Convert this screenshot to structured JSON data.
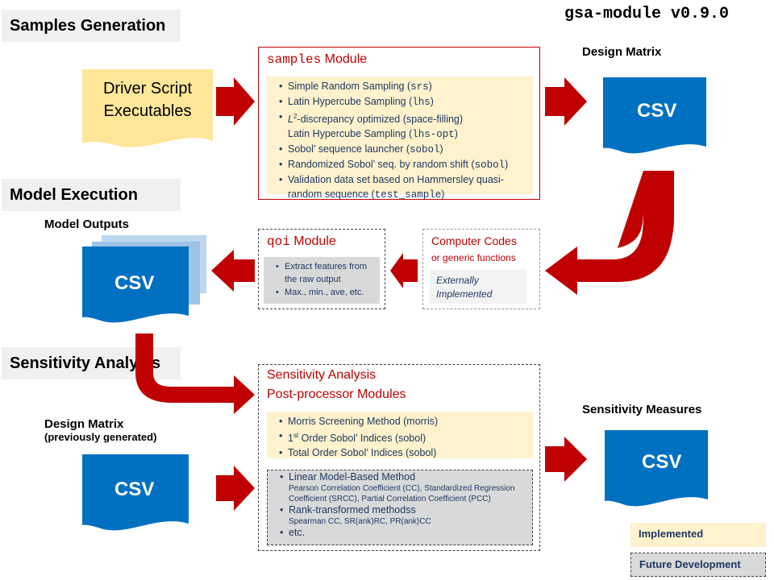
{
  "title": "gsa-module v0.9.0",
  "sections": {
    "samples": "Samples Generation",
    "model": "Model Execution",
    "sensitivity": "Sensitivity Analysis"
  },
  "driver": {
    "line1": "Driver Script",
    "line2": "Executables"
  },
  "samples_module": {
    "name_code": "samples",
    "name_rest": " Module",
    "items": [
      {
        "text": "Simple Random Sampling (",
        "code": "srs",
        "end": ")"
      },
      {
        "text": "Latin Hypercube Sampling (",
        "code": "lhs",
        "end": ")"
      },
      {
        "text": "discrepancy optimized (space-filling)",
        "lsym": "L",
        "sup": "2",
        "dash": "-"
      },
      {
        "text": "Latin Hypercube Sampling (",
        "code": "lhs-opt",
        "end": ")"
      },
      {
        "text": "Sobol’ sequence launcher (",
        "code": "sobol",
        "end": ")"
      },
      {
        "text": "Randomized Sobol’ seq. by random shift (",
        "code": "sobol",
        "end": ")"
      },
      {
        "text": "Validation data set based on Hammersley quasi-"
      },
      {
        "text": "random sequence (",
        "code": "test_sample",
        "end": ")"
      }
    ]
  },
  "design_matrix_label": "Design Matrix",
  "csv_label": "CSV",
  "model_outputs_label": "Model Outputs",
  "qoi_module": {
    "name_code": "qoi",
    "name_rest": " Module",
    "items": [
      "Extract features from",
      "the raw output",
      "Max., min., ave, etc."
    ]
  },
  "computer_codes": {
    "line1": "Computer Codes",
    "line2": "or generic functions",
    "ext1": "Externally",
    "ext2": "Implemented"
  },
  "sa_module": {
    "title1": "Sensitivity Analysis",
    "title2": "Post-processor Modules",
    "implemented": [
      "Morris Screening Method (morris)",
      {
        "pre": "1",
        "sup": "st",
        "post": " Order Sobol’ Indices (sobol)"
      },
      "Total Order Sobol’ Indices (sobol)"
    ],
    "future": {
      "linear": "Linear Model-Based Method",
      "linear_sub1": "Pearson Correlation Coefficient (CC), Standardized Regression",
      "linear_sub2": "Coefficient (SRCC), Partial Correlation Coefficient (PCC)",
      "rank": "Rank-transformed methodss",
      "rank_sub": "Spearman CC, SR(ank)RC,  PR(ank)CC",
      "etc": "etc."
    }
  },
  "design_matrix_prev": {
    "line1": "Design Matrix",
    "line2": "(previously generated)"
  },
  "sensitivity_measures_label": "Sensitivity Measures",
  "legend": {
    "implemented": "Implemented",
    "future": "Future Development"
  },
  "colors": {
    "csv_blue": "#0070c0",
    "arrow_red": "#c00000",
    "yellow": "#fff2cc",
    "grey": "#d9d9d9"
  }
}
